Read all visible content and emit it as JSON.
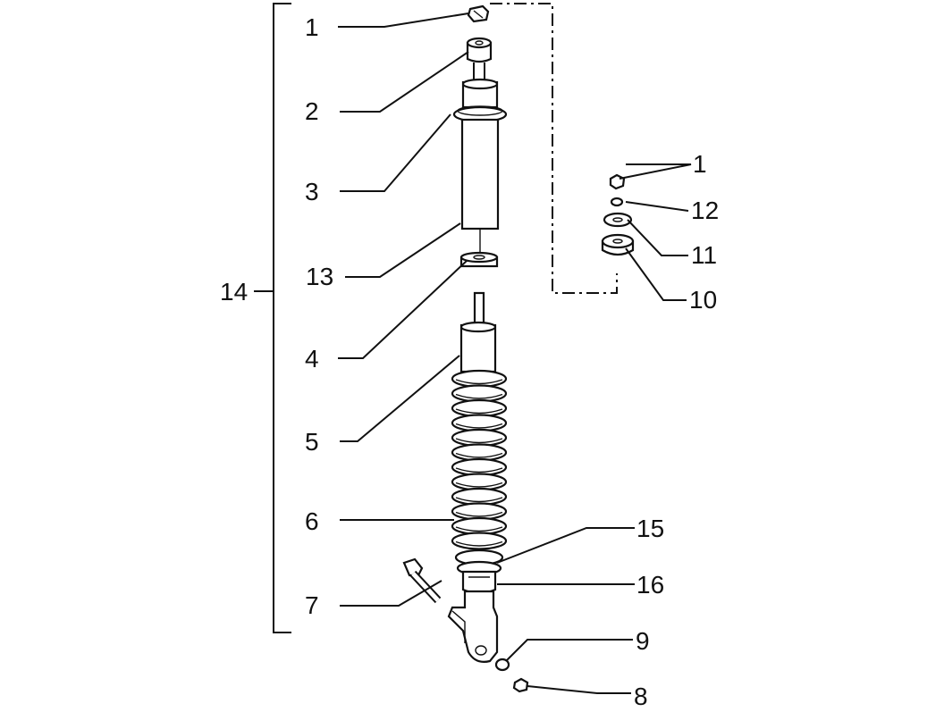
{
  "diagram": {
    "callouts": [
      {
        "id": "c1a",
        "text": "1"
      },
      {
        "id": "c2",
        "text": "2"
      },
      {
        "id": "c3",
        "text": "3"
      },
      {
        "id": "c13",
        "text": "13"
      },
      {
        "id": "c4",
        "text": "4"
      },
      {
        "id": "c5",
        "text": "5"
      },
      {
        "id": "c6",
        "text": "6"
      },
      {
        "id": "c7",
        "text": "7"
      },
      {
        "id": "c14",
        "text": "14"
      },
      {
        "id": "c1b",
        "text": "1"
      },
      {
        "id": "c12",
        "text": "12"
      },
      {
        "id": "c11",
        "text": "11"
      },
      {
        "id": "c10",
        "text": "10"
      },
      {
        "id": "c15",
        "text": "15"
      },
      {
        "id": "c16",
        "text": "16"
      },
      {
        "id": "c9",
        "text": "9"
      },
      {
        "id": "c8",
        "text": "8"
      }
    ]
  }
}
